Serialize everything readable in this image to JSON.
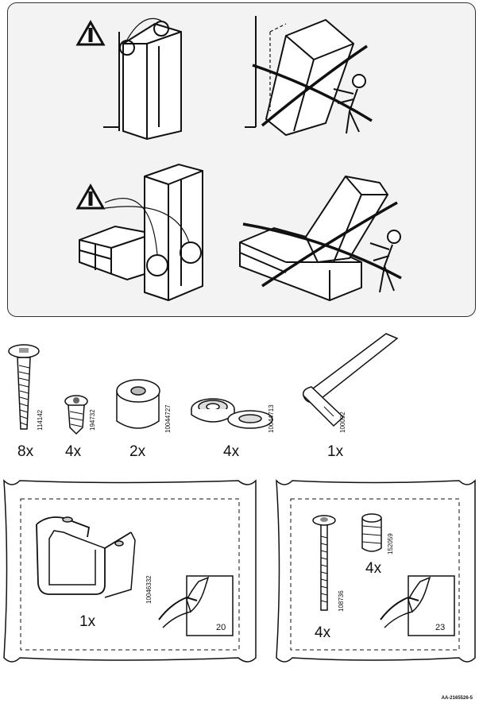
{
  "hardware": [
    {
      "code": "114142",
      "qty": "8x"
    },
    {
      "code": "194732",
      "qty": "4x"
    },
    {
      "code": "10044727",
      "qty": "2x"
    },
    {
      "code": "10044713",
      "qty": "4x"
    },
    {
      "code": "100092",
      "qty": "1x"
    }
  ],
  "bag_left": {
    "parts": [
      {
        "code": "10046332",
        "qty": "1x"
      }
    ],
    "see_page": "20"
  },
  "bag_right": {
    "parts": [
      {
        "code": "108736",
        "qty": "4x"
      },
      {
        "code": "152059",
        "qty": "4x"
      }
    ],
    "see_page": "23"
  },
  "document_number": "AA-2165526-5"
}
